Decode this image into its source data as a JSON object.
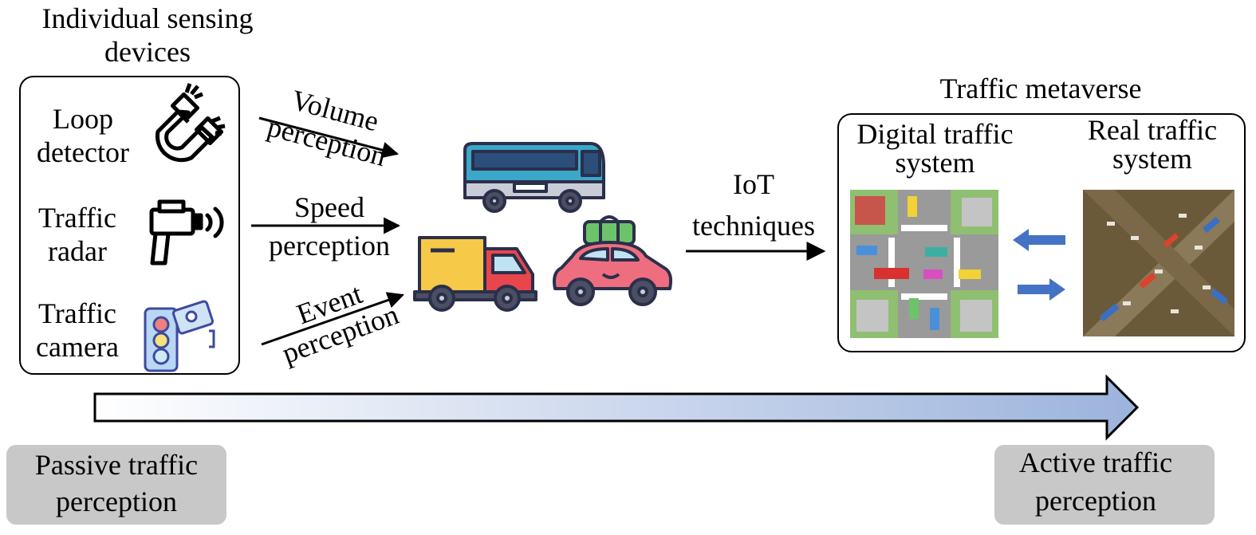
{
  "sensors": {
    "title": "Individual sensing devices",
    "loop": "Loop detector",
    "radar": "Traffic radar",
    "camera": "Traffic camera"
  },
  "perceptions": {
    "volume": "Volume perception",
    "speed": "Speed perception",
    "event": "Event perception"
  },
  "iot": "IoT techniques",
  "metaverse": {
    "title": "Traffic metaverse",
    "digital": "Digital traffic system",
    "real": "Real traffic system"
  },
  "passive": "Passive traffic perception",
  "active": "Active traffic perception",
  "colors": {
    "gradient_start": "#ffffff",
    "gradient_end": "#9cb3dc",
    "sync_arrow": "#4472c4",
    "label_bg": "#c8c8c8"
  }
}
